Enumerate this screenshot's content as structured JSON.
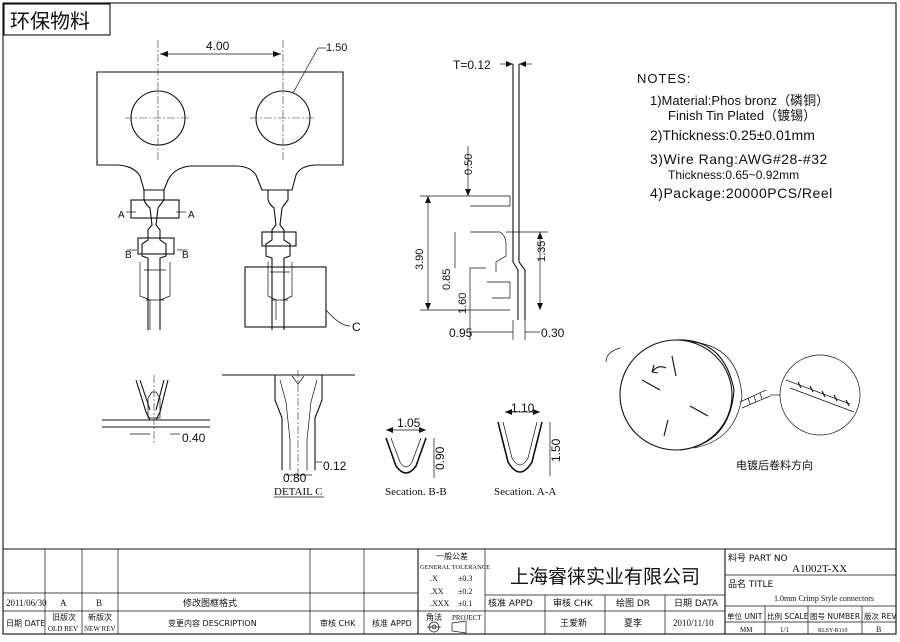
{
  "title_box": "环保物料",
  "notes": {
    "heading": "NOTES:",
    "line1": "1)Material:Phos bronz（磷铜）",
    "line1b": "Finish  Tin  Plated（镀锡）",
    "line2": "2)Thickness:0.25±0.01mm",
    "line3": "3)Wire Rang:AWG#28-#32",
    "line3b": "Thickness:0.65~0.92mm",
    "line4": "4)Package:20000PCS/Reel"
  },
  "dims": {
    "pitch": "4.00",
    "hole": "1.50",
    "t": "T=0.12",
    "d050": "0.50",
    "d390": "3.90",
    "d085": "0.85",
    "d160": "1.60",
    "d135": "1.35",
    "d095": "0.95",
    "d030": "0.30",
    "d040": "0.40",
    "d080": "0.80",
    "d012": "0.12",
    "d105": "1.05",
    "d090": "0.90",
    "d110": "1.10",
    "d150": "1.50"
  },
  "labels": {
    "a": "A",
    "b": "B",
    "c": "C",
    "detail_c": "DETAIL C",
    "section_bb": "Secation. B-B",
    "section_aa": "Secation. A-A",
    "reel_caption": "电镀后卷料方向"
  },
  "title_block": {
    "tolerance_title": "一般公差",
    "tolerance_sub": "GENERAL TOLERANCE",
    "tol_x": ".X",
    "tol_x_val": "±0.3",
    "tol_xx": ".XX",
    "tol_xx_val": "±0.2",
    "tol_xxx": ".XXX",
    "tol_xxx_val": "±0.1",
    "angle": "角法",
    "projection": "PROJECT",
    "company": "上海睿徕实业有限公司",
    "part_no_label": "料号 PART NO",
    "part_no": "A1002T-XX",
    "title_label": "品名 TITLE",
    "title_value": "1.0mm Crimp Style connectors",
    "appd_label": "核准 APPD",
    "chk_label": "审核 CHK",
    "dr_label": "绘图 DR",
    "date_label": "日期 DATA",
    "appd_name": "",
    "chk_name": "王爱新",
    "dr_name": "夏李",
    "date_value": "2010/11/10",
    "unit_label": "单位 UNIT",
    "unit_value": "MM",
    "scale_label": "比例 SCALE",
    "scale_value": "1/1",
    "number_label": "图号 NUMBER",
    "number_value": "RLSY-R110",
    "rev_label": "版次 REV",
    "rev_value": "B",
    "hist_date": "2011/06/30",
    "hist_old": "A",
    "hist_new": "B",
    "hist_desc": "修改图框格式",
    "col_date": "日期 DATE",
    "col_old1": "旧版次",
    "col_old2": "OLD REV",
    "col_new1": "新版次",
    "col_new2": "NEW REV",
    "col_desc": "变更内容 DESCRIPTION",
    "col_chk": "审核 CHK",
    "col_appd": "核准 APPD"
  }
}
